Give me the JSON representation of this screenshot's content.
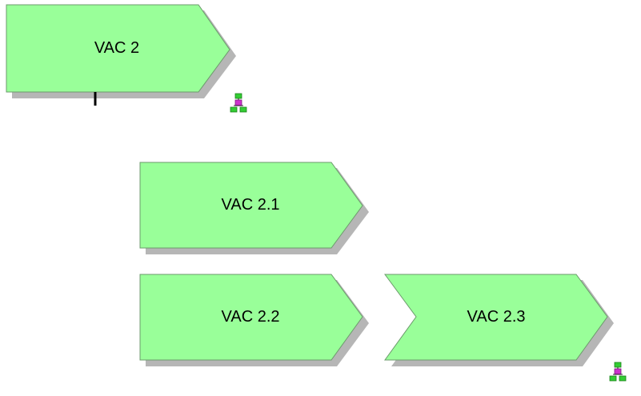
{
  "diagram": {
    "colors": {
      "shape_fill": "#99ff99",
      "shape_border": "#6c9a6c",
      "shadow": "#a9a9a9",
      "hierarchy_icon_box": "#33cc33",
      "hierarchy_icon_center": "#cc33cc"
    },
    "shapes": [
      {
        "id": "vac-2",
        "label": "VAC 2",
        "kind": "value-added-chain"
      },
      {
        "id": "vac-2-1",
        "label": "VAC 2.1",
        "kind": "value-added-chain"
      },
      {
        "id": "vac-2-2",
        "label": "VAC 2.2",
        "kind": "value-added-chain"
      },
      {
        "id": "vac-2-3",
        "label": "VAC 2.3",
        "kind": "value-added-chain"
      }
    ],
    "icons": [
      {
        "name": "hierarchy-assignment-icon",
        "attached_to": "vac-2"
      },
      {
        "name": "hierarchy-assignment-icon",
        "attached_to": "vac-2-3"
      }
    ]
  }
}
